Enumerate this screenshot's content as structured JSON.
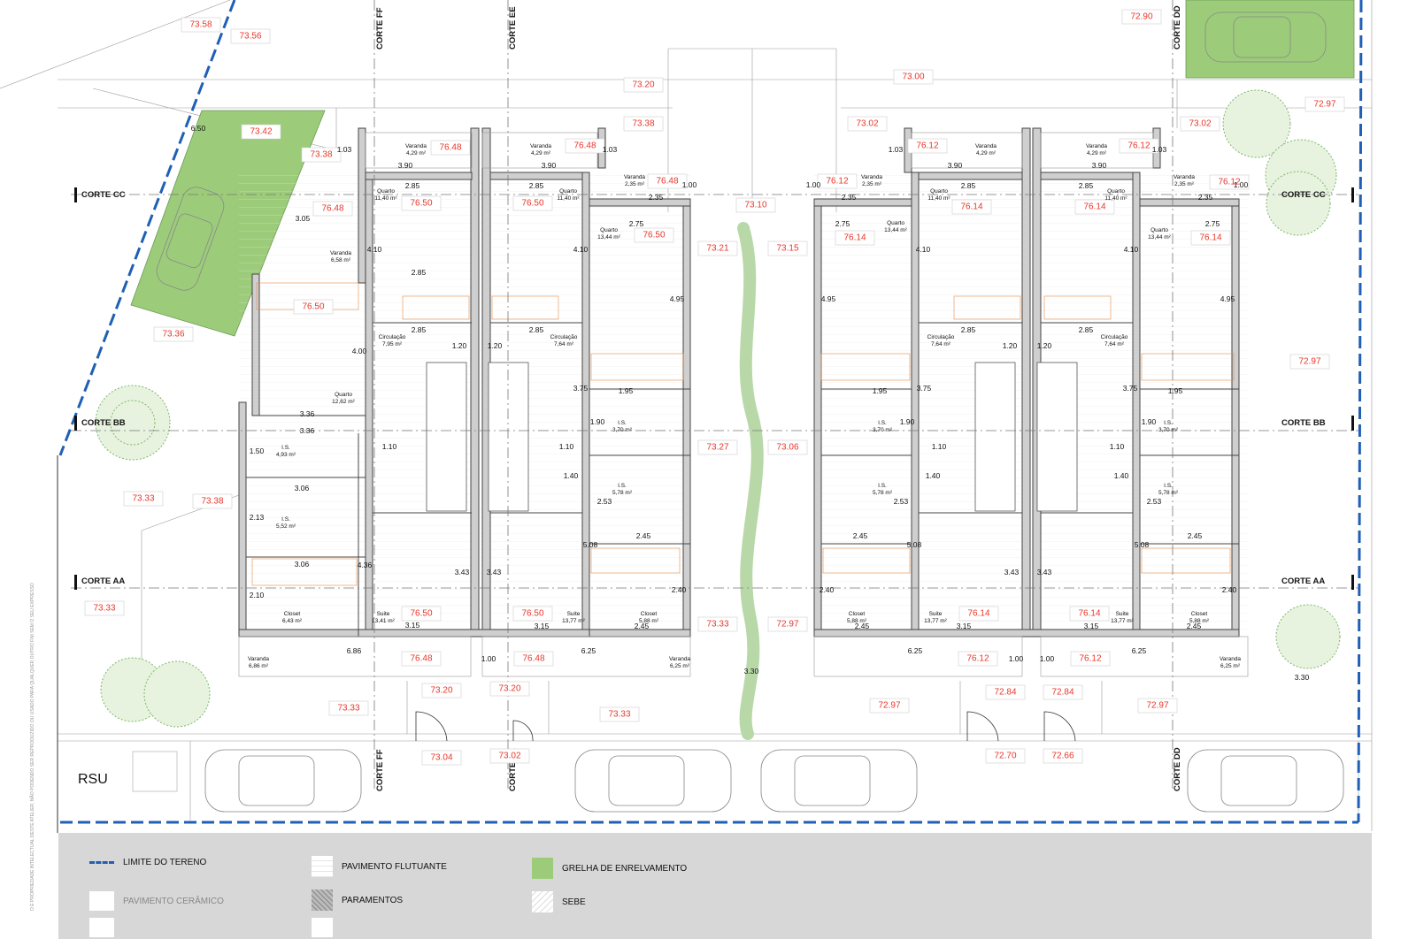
{
  "labels": {
    "rsu": "RSU",
    "side_note": "O É PROPRIEDADE INTELECTUAL DESTE ATELIER, NÃO PODENDO SER REPRODUZIDO OU USADO PARA QUALQUER OUTRO FIM SEM O SEU EXPRESSO"
  },
  "cuts": {
    "cc": "CORTE CC",
    "bb": "CORTE BB",
    "aa": "CORTE AA",
    "ff": "CORTE FF",
    "ee": "CORTE EE",
    "dd": "CORTE DD"
  },
  "levels": {
    "l7358": "73.58",
    "l7356": "73.56",
    "l7290": "72.90",
    "l7320a": "73.20",
    "l7300": "73.00",
    "l7342": "73.42",
    "l7338a": "73.38",
    "l7302a": "73.02",
    "l7302b": "73.02",
    "l7297a": "72.97",
    "l7648a": "76.48",
    "l7648b": "76.48",
    "l7612a": "76.12",
    "l7612b": "76.12",
    "l7338b": "73.38",
    "l7648c": "76.48",
    "l7648d": "76.48",
    "l7612c": "76.12",
    "l7612d": "76.12",
    "l7650a": "76.50",
    "l7650b": "76.50",
    "l7310": "73.10",
    "l7614a": "76.14",
    "l7614b": "76.14",
    "l7650c": "76.50",
    "l7614c": "76.14",
    "l7614d": "76.14",
    "l7321": "73.21",
    "l7315": "73.15",
    "l7650d": "76.50",
    "l7336": "73.36",
    "l7297b": "72.97",
    "l7327": "73.27",
    "l7306": "73.06",
    "l7333a": "73.33",
    "l7338c": "73.38",
    "l7333b": "73.33",
    "l7650e": "76.50",
    "l7650f": "76.50",
    "l7333c": "73.33",
    "l7297c": "72.97",
    "l7614e": "76.14",
    "l7614f": "76.14",
    "l7648e": "76.48",
    "l7648f": "76.48",
    "l7612e": "76.12",
    "l7612f": "76.12",
    "l7320b": "73.20",
    "l7320c": "73.20",
    "l7284a": "72.84",
    "l7284b": "72.84",
    "l7333d": "73.33",
    "l7333e": "73.33",
    "l7297d": "72.97",
    "l7297e": "72.97",
    "l7304": "73.04",
    "l7302c": "73.02",
    "l7270": "72.70",
    "l7266": "72.66"
  },
  "rooms": {
    "varanda_429": "Varanda",
    "a429": "4,29 m²",
    "varanda_235": "Varanda",
    "a235": "2,35 m²",
    "quarto_1140": "Quarto",
    "a1140": "11,40 m²",
    "quarto_1344": "Quarto",
    "a1344": "13,44 m²",
    "varanda_658": "Varanda",
    "a658": "6,58 m²",
    "circulacao": "Circulação",
    "a795": "7,95 m²",
    "a764": "7,64 m²",
    "quarto_1262": "Quarto",
    "a1262": "12,62 m²",
    "is": "I.S.",
    "a493": "4,93 m²",
    "a552": "5,52 m²",
    "a370": "3,70 m²",
    "a578": "5,78 m²",
    "closet": "Closet",
    "a643": "6,43 m²",
    "a588": "5,88 m²",
    "suite": "Suite",
    "a1341": "13,41 m²",
    "a1377": "13,77 m²",
    "varanda_686": "Varanda",
    "a686": "6,86 m²",
    "a625": "6,25 m²"
  },
  "dims": {
    "d650": "6.50",
    "d103": "1.03",
    "d390": "3.90",
    "d285": "2.85",
    "d235": "2.35",
    "d100": "1.00",
    "d305": "3.05",
    "d410": "4.10",
    "d275": "2.75",
    "d495": "4.95",
    "d400": "4.00",
    "d120": "1.20",
    "d375": "3.75",
    "d195": "1.95",
    "d336": "3.36",
    "d190": "1.90",
    "d150": "1.50",
    "d110": "1.10",
    "d140": "1.40",
    "d306": "3.06",
    "d253": "2.53",
    "d213": "2.13",
    "d245": "2.45",
    "d508": "5.08",
    "d436": "4.36",
    "d343": "3.43",
    "d210": "2.10",
    "d240": "2.40",
    "d315": "3.15",
    "d686": "6.86",
    "d625": "6.25",
    "d330": "3.30"
  },
  "legend": {
    "limite": "LIMITE DO TERENO",
    "pav_ceramico": "PAVIMENTO CERÂMICO",
    "pav_flutuante": "PAVIMENTO FLUTUANTE",
    "paramentos": "PARAMENTOS",
    "grelha": "GRELHA DE ENRELVAMENTO",
    "sebe": "SEBE",
    "colors": {
      "limite": "#1f5fb5",
      "grelha": "#9ccc7a",
      "level_text": "#e8362a"
    }
  }
}
